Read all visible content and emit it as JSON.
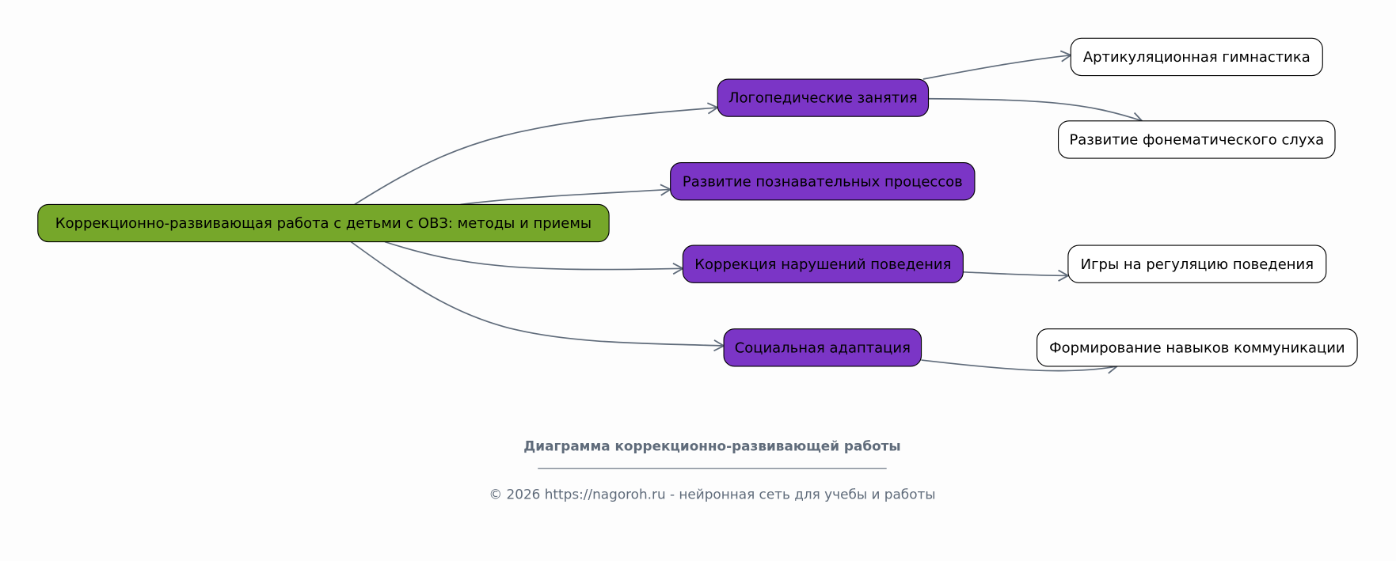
{
  "colors": {
    "root": "#76a72a",
    "branch": "#7b35c6",
    "leaf": "#ffffff",
    "edge": "#5f6b7a",
    "footer": "#5f6b7a"
  },
  "root": {
    "label": "Коррекционно-развивающая работа с детьми с ОВЗ: методы и приемы"
  },
  "branches": [
    {
      "label": "Логопедические занятия"
    },
    {
      "label": "Развитие познавательных процессов"
    },
    {
      "label": "Коррекция нарушений поведения"
    },
    {
      "label": "Социальная адаптация"
    }
  ],
  "leaves": [
    {
      "label": "Артикуляционная гимнастика",
      "parent": "Логопедические занятия"
    },
    {
      "label": "Развитие фонематического слуха",
      "parent": "Логопедические занятия"
    },
    {
      "label": "Игры на регуляцию поведения",
      "parent": "Коррекция нарушений поведения"
    },
    {
      "label": "Формирование навыков коммуникации",
      "parent": "Социальная адаптация"
    }
  ],
  "footer": {
    "title": "Диаграмма коррекционно-развивающей работы",
    "copyright": "© 2026 https://nagoroh.ru - нейронная сеть для учебы и работы"
  }
}
